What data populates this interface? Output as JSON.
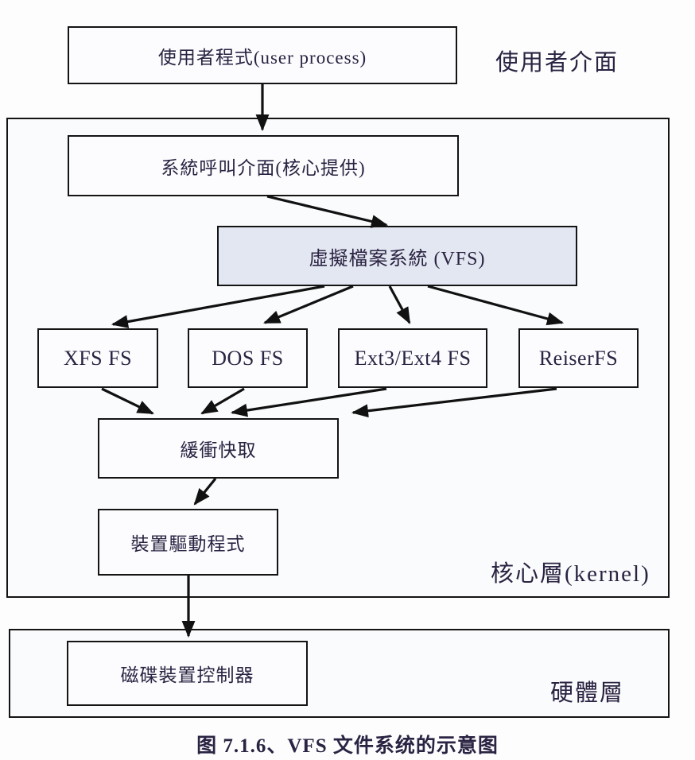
{
  "diagram": {
    "caption": "图 7.1.6、VFS 文件系统的示意图",
    "layer_labels": {
      "user_interface": "使用者介面",
      "kernel": "核心層(kernel)",
      "hardware": "硬體層"
    },
    "nodes": {
      "user_process": "使用者程式(user process)",
      "syscall_interface": "系統呼叫介面(核心提供)",
      "vfs": "虛擬檔案系統 (VFS)",
      "xfs": "XFS FS",
      "dos": "DOS FS",
      "ext": "Ext3/Ext4 FS",
      "reiser": "ReiserFS",
      "buffer_cache": "緩衝快取",
      "device_driver": "裝置驅動程式",
      "disk_controller": "磁碟裝置控制器"
    },
    "edges": [
      {
        "from": "user_process",
        "to": "syscall_interface"
      },
      {
        "from": "syscall_interface",
        "to": "vfs"
      },
      {
        "from": "vfs",
        "to": "xfs"
      },
      {
        "from": "vfs",
        "to": "dos"
      },
      {
        "from": "vfs",
        "to": "ext"
      },
      {
        "from": "vfs",
        "to": "reiser"
      },
      {
        "from": "xfs",
        "to": "buffer_cache"
      },
      {
        "from": "dos",
        "to": "buffer_cache"
      },
      {
        "from": "ext",
        "to": "buffer_cache"
      },
      {
        "from": "reiser",
        "to": "buffer_cache"
      },
      {
        "from": "buffer_cache",
        "to": "device_driver"
      },
      {
        "from": "device_driver",
        "to": "disk_controller"
      }
    ],
    "colors": {
      "background": "#fdfdfe",
      "box_fill": "#fcfcfe",
      "vfs_fill": "#e3e7f1",
      "border": "#141414",
      "text": "#2a2342",
      "arrow": "#111111"
    }
  }
}
